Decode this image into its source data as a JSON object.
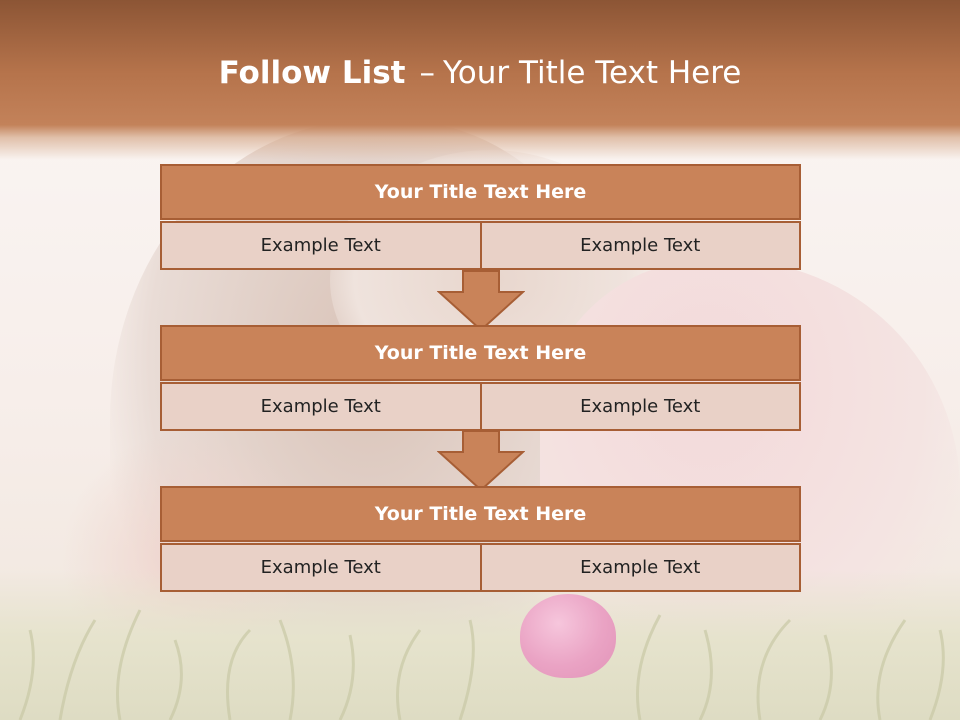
{
  "slide": {
    "title_bold": "Follow List",
    "title_separator": "–",
    "title_rest": "Your Title Text Here"
  },
  "steps": [
    {
      "title": "Your Title Text Here",
      "left_text": "Example Text",
      "right_text": "Example Text"
    },
    {
      "title": "Your Title Text Here",
      "left_text": "Example Text",
      "right_text": "Example Text"
    },
    {
      "title": "Your Title Text Here",
      "left_text": "Example Text",
      "right_text": "Example Text"
    }
  ],
  "colors": {
    "header_dark": "#8c5535",
    "box_title_fill": "#c98359",
    "box_border": "#a75e35",
    "box_cell_fill": "#e9d1c7",
    "arrow_fill": "#c98359"
  },
  "icons": {
    "connector": "down-arrow-icon"
  }
}
